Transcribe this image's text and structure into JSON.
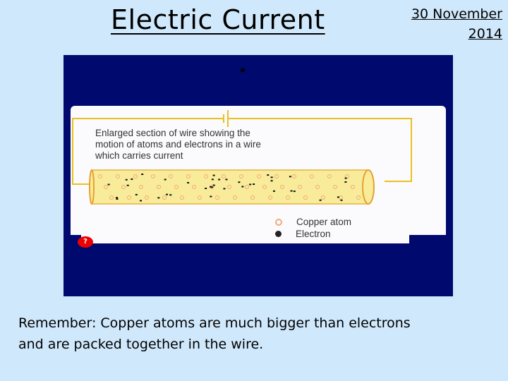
{
  "slide": {
    "title": "Electric Current",
    "date_line1": "30 November",
    "date_line2": "2014",
    "caption_line1": "Remember:  Copper atoms are much bigger than electrons",
    "caption_line2": "and are packed together in the wire."
  },
  "figure": {
    "description_lines": [
      "Enlarged section of wire showing the",
      "motion of atoms and electrons in a wire",
      "which carries current"
    ],
    "legend": [
      {
        "label": "Copper atom",
        "color": "#f4a878",
        "icon": "copper-atom-icon"
      },
      {
        "label": "Electron",
        "color": "#222222",
        "icon": "electron-icon"
      }
    ],
    "help_badge": "?",
    "colors": {
      "background": "#000a6e",
      "wire": "#f8ec9a",
      "circuit": "#e8c020"
    }
  }
}
